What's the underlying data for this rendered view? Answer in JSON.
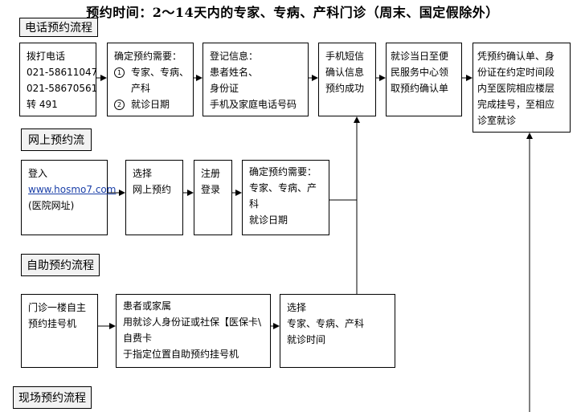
{
  "title": "预约时间：2～14天内的专家、专病、产科门诊（周末、国定假除外）",
  "sections": {
    "phone": "电话预约流程",
    "online": "网上预约流",
    "self": "自助预约流程",
    "onsite": "现场预约流程"
  },
  "phone_flow": {
    "dial": {
      "title": "拨打电话",
      "lines": [
        "021-58611047",
        "021-58670561",
        "转 491"
      ]
    },
    "confirm": {
      "title": "确定预约需要：",
      "item1_num": "1",
      "item1a": "专家、专病、",
      "item1b": "产科",
      "item2_num": "2",
      "item2": "就诊日期"
    },
    "register": {
      "lines": [
        "登记信息：",
        "患者姓名、",
        "身份证",
        "手机及家庭电话号码"
      ]
    },
    "sms": {
      "lines": [
        "手机短信",
        "确认信息",
        "预约成功"
      ]
    },
    "pickup": {
      "lines": [
        "就诊当日至便",
        "民服务中心领",
        "取预约确认单"
      ]
    },
    "final": {
      "lines": [
        "凭预约确认单、身",
        "份证在约定时间段",
        "内至医院相应楼层",
        "完成挂号，至相应",
        "诊室就诊"
      ]
    }
  },
  "online_flow": {
    "login": {
      "title": "登入",
      "url": "www.hosmo7.com",
      "note": "(医院网址)"
    },
    "choose": {
      "lines": [
        "选择",
        "网上预约"
      ]
    },
    "signup": {
      "lines": [
        "注册",
        "登录"
      ]
    },
    "confirm": {
      "lines": [
        "确定预约需要：",
        "专家、专病、产",
        "科",
        "就诊日期"
      ]
    }
  },
  "self_flow": {
    "machine": {
      "lines": [
        "门诊一楼自主",
        "预约挂号机"
      ]
    },
    "patient": {
      "lines": [
        "患者或家属",
        "用就诊人身份证或社保【医保卡\\",
        "自费卡",
        "于指定位置自助预约挂号机"
      ]
    },
    "choose": {
      "lines": [
        "选择",
        "专家、专病、产科",
        "就诊时间"
      ]
    }
  }
}
